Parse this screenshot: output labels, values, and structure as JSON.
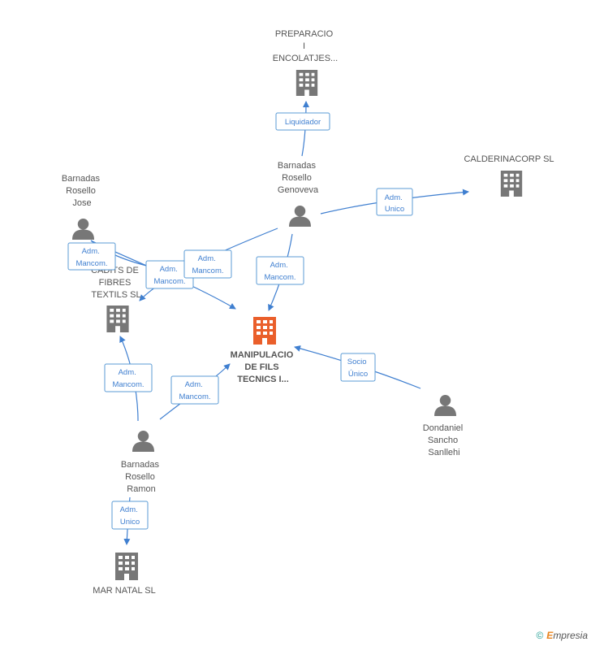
{
  "colors": {
    "edge": "#3f7fd0",
    "node": "#777777",
    "focus": "#ea5f2b"
  },
  "nodes": {
    "preparacio": {
      "lines": [
        "PREPARACIO",
        "I",
        "ENCOLATJES..."
      ],
      "icon": "building-icon"
    },
    "calderinacorp": {
      "lines": [
        "CALDERINACORP SL"
      ],
      "icon": "building-icon"
    },
    "genoveva": {
      "lines": [
        "Barnadas",
        "Rosello",
        "Genoveva"
      ],
      "icon": "person-icon"
    },
    "jose": {
      "lines": [
        "Barnadas",
        "Rosello",
        "Jose"
      ],
      "icon": "person-icon"
    },
    "fibres": {
      "lines": [
        "CADITS DE",
        "FIBRES",
        "TEXTILS SL"
      ],
      "icon": "building-icon"
    },
    "manipulacio": {
      "lines": [
        "MANIPULACIO",
        "DE FILS",
        "TECNICS I..."
      ],
      "icon": "building-icon"
    },
    "dondaniel": {
      "lines": [
        "Dondaniel",
        "Sancho",
        "Sanllehi"
      ],
      "icon": "person-icon"
    },
    "ramon": {
      "lines": [
        "Barnadas",
        "Rosello",
        "Ramon"
      ],
      "icon": "person-icon"
    },
    "marnatal": {
      "lines": [
        "MAR NATAL SL"
      ],
      "icon": "building-icon"
    }
  },
  "edges": {
    "liquidador": [
      "Liquidador"
    ],
    "genoveva_calderina": [
      "Adm.",
      "Unico"
    ],
    "jose_fibres": [
      "Adm.",
      "Mancom."
    ],
    "jose_manip": [
      "Adm.",
      "Mancom."
    ],
    "genoveva_fibres": [
      "Adm.",
      "Mancom."
    ],
    "genoveva_manip": [
      "Adm.",
      "Mancom."
    ],
    "dondaniel_manip": [
      "Socio",
      "Único"
    ],
    "ramon_fibres": [
      "Adm.",
      "Mancom."
    ],
    "ramon_manip": [
      "Adm.",
      "Mancom."
    ],
    "ramon_marnatal": [
      "Adm.",
      "Unico"
    ]
  },
  "footer": {
    "copyright": "©",
    "brand_e": "E",
    "brand_rest": "mpresia"
  }
}
